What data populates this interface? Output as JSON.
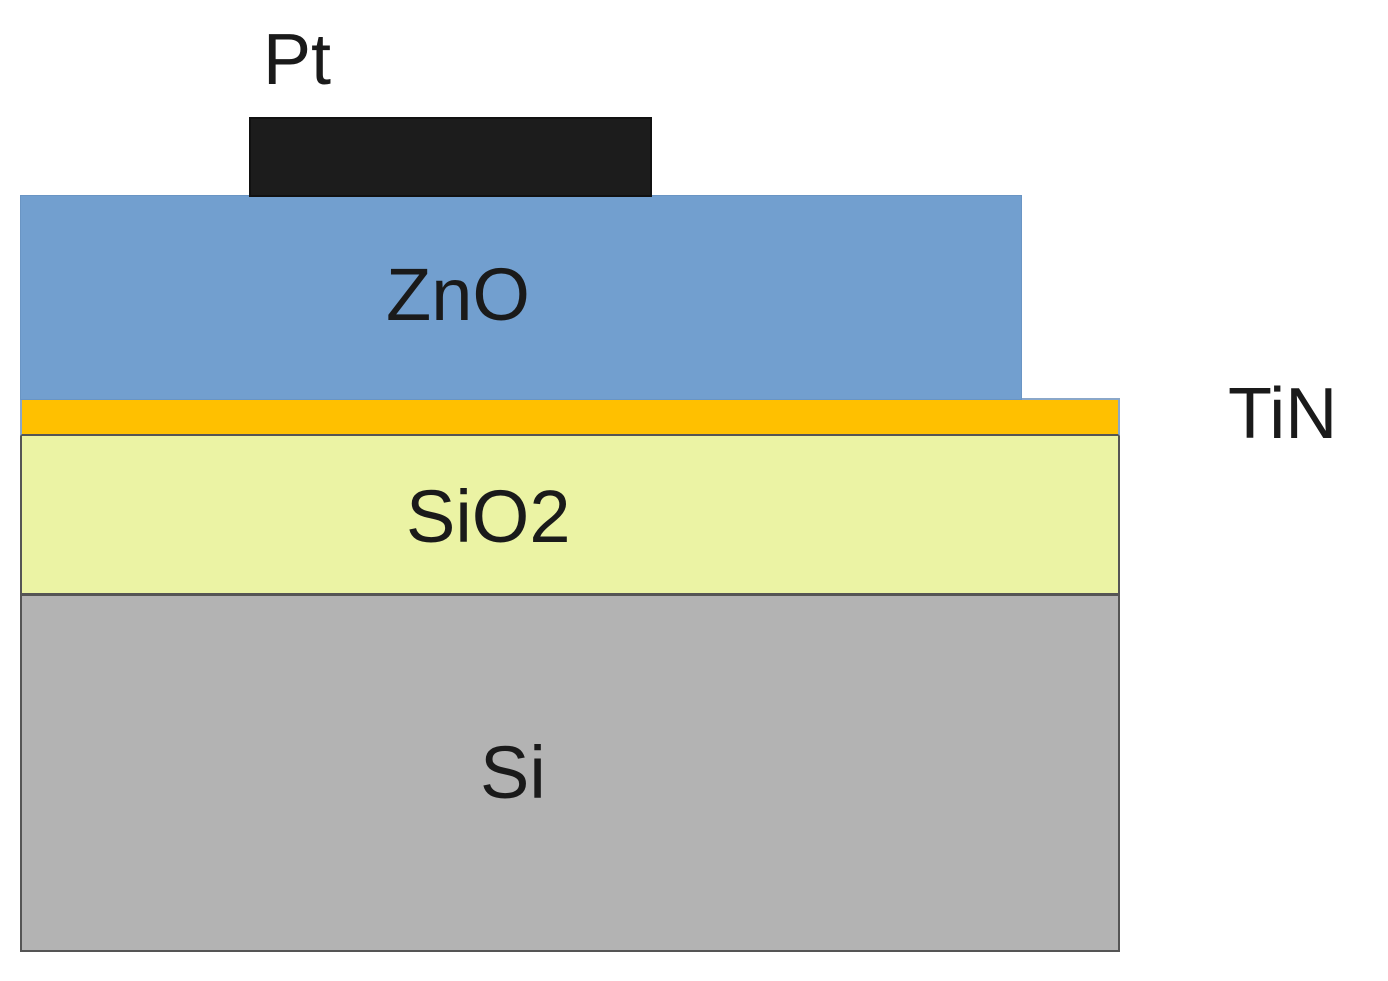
{
  "diagram": {
    "layers": {
      "pt": {
        "label": "Pt",
        "color": "#1c1c1c"
      },
      "zno": {
        "label": "ZnO",
        "color": "#729fcf"
      },
      "tin": {
        "label": "TiN",
        "color": "#ffc000"
      },
      "sio2": {
        "label": "SiO2",
        "color": "#ebf3a4"
      },
      "si": {
        "label": "Si",
        "color": "#b3b3b3"
      }
    }
  }
}
